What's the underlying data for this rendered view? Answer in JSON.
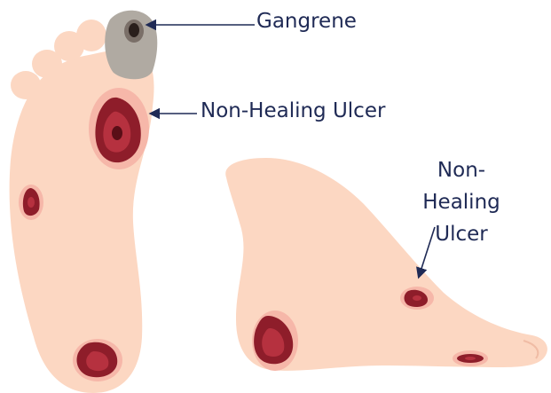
{
  "labels": {
    "gangrene": "Gangrene",
    "non_healing_ulcer_top": "Non-Healing Ulcer",
    "non_healing_ulcer_side": [
      "Non-",
      "Healing",
      "Ulcer"
    ]
  },
  "colors": {
    "skin": "#fcd7c2",
    "skin_halo": "#f6b7a9",
    "ulcer_outer": "#8e1d2a",
    "ulcer_inner": "#b6313f",
    "ulcer_dark": "#5a0e17",
    "gangrene": "#b0aaa2",
    "gangrene_core": "#2a1f1c",
    "text": "#1f2a55",
    "arrow": "#1f2a55"
  }
}
